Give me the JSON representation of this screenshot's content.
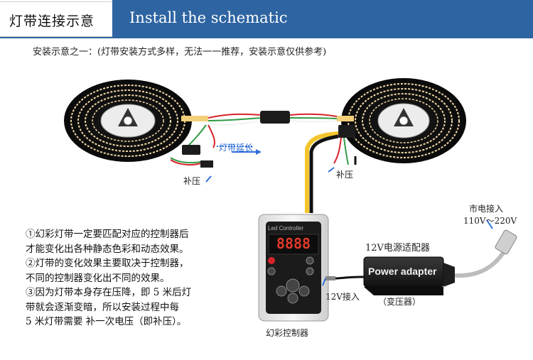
{
  "header": {
    "cn_title": "灯带连接示意",
    "en_title": "Install the schematic"
  },
  "subtitle": "安装示意之一：(灯带安装方式多样，无法一一推荐，安装示意仅供参考)",
  "labels": {
    "strip_extension": "灯带延长",
    "supplement_voltage_left": "补压",
    "supplement_voltage_right": "补压",
    "mains_input_line1": "市电接入",
    "mains_input_line2": "110V～220V",
    "adapter_title": "12V电源适配器",
    "adapter_brand": "Power adapter",
    "transformer": "（变压器）",
    "input_12v": "12V接入",
    "controller_name": "幻彩控制器",
    "controller_label": "Led Controller"
  },
  "notes": [
    "①幻彩灯带一定要匹配对应的控制器后",
    "   才能变化出各种静态色彩和动态效果。",
    "②灯带的变化效果主要取决于控制器，",
    "   不同的控制器变化出不同的效果。",
    "③因为灯带本身存在压降，即 5 米后灯",
    "   带就会逐渐变暗，所以安装过程中每",
    "   5 米灯带需要 补一次电压（即补压）。"
  ],
  "colors": {
    "header_blue": "#2e64a1",
    "arrow_blue": "#2f6fd6",
    "wire_red": "#d8232a",
    "wire_green": "#2f9c45"
  }
}
